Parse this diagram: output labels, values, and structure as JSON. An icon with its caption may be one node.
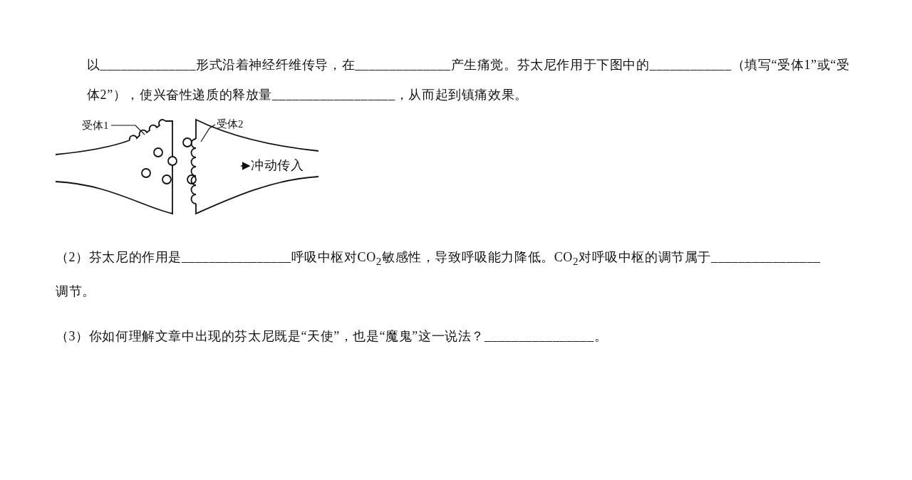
{
  "diagram": {
    "nodes": [
      {
        "text": [
          "受体1"
        ]
      },
      {
        "text": [],
        "shape": "picture"
      },
      {
        "text": [
          "受体2"
        ]
      },
      {
        "text": [],
        "shape": "picture"
      }
    ],
    "edges": [
      {
        "from": 0,
        "to": 1,
        "arrow": "none"
      },
      {
        "from": 2,
        "to": 3,
        "arrow": "none"
      }
    ],
    "labels": [
      "以______________形式沿着神经纤维传导，在______________产生痛觉。芬太尼作用于下图中的____________（填写“受体1”或“受体2”），使兴奋性递质的释放量__________________，从而起到镇痛效果。",
      "冲动传入",
      "（2）芬太尼的作用是________________呼吸中枢对CO$_{2}$敏感性，导致呼吸能力降低。CO$_{2}$对呼吸中枢的调节属于________________调节。",
      "（3）你如何理解文章中出现的芬太尼既是“天使”，也是“魔鬼”这一说法？________________。"
    ]
  }
}
